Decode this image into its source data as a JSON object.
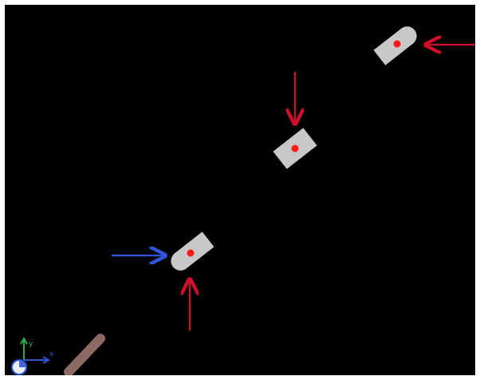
{
  "scene": {
    "background": "#000000",
    "object_color": "#c8c8c8",
    "marker_color": "#ff1a1a",
    "force_arrow_color": "#d0102a",
    "blue_arrow_color": "#2f56d6",
    "ground_segment_color": "#8a6a62"
  },
  "axis_indicator": {
    "x_label": "x",
    "y_label": "y",
    "x_color": "#2f56d6",
    "y_color": "#23b14d",
    "origin_color": "#e6eefc"
  },
  "objects": [
    {
      "name": "upper-capsule",
      "shape": "rounded-end"
    },
    {
      "name": "middle-rectangle",
      "shape": "rectangle"
    },
    {
      "name": "lower-capsule",
      "shape": "rounded-end"
    }
  ],
  "arrows": [
    {
      "name": "force-arrow-right-to-upper",
      "color_key": "force_arrow_color"
    },
    {
      "name": "force-arrow-down-to-middle",
      "color_key": "force_arrow_color"
    },
    {
      "name": "force-arrow-up-to-lower",
      "color_key": "force_arrow_color"
    },
    {
      "name": "blue-arrow-left-to-lower",
      "color_key": "blue_arrow_color"
    }
  ]
}
